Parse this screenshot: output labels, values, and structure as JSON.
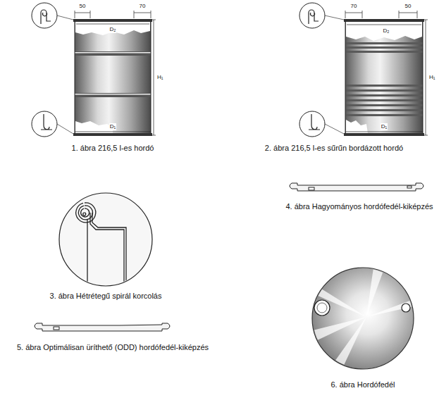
{
  "diagram": {
    "labels": [
      "50",
      "70",
      "D₂",
      "H₁",
      "D₁",
      "1. ábra 216,5 l-es hordó",
      "70",
      "50",
      "D₂",
      "H₁",
      "D₁",
      "2. ábra 216,5 l-es sűrűn bordázott hordó",
      "4. ábra Hagyományos hordófedél-kiképzés",
      "3. ábra Hétrétegű spirál korcolás",
      "5. ábra Optimálisan üríthető (ODD) hordófedél-kiképzés",
      "6. ábra Hordófedél"
    ]
  }
}
